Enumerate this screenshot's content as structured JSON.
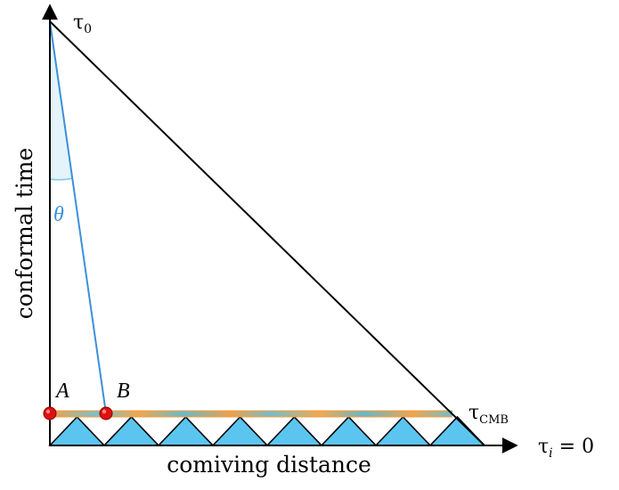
{
  "axes": {
    "ylabel": "conformal time",
    "xlabel": "comiving distance"
  },
  "labels": {
    "tau0": {
      "symbol": "τ",
      "sub": "0"
    },
    "tau_cmb": {
      "symbol": "τ",
      "sub": "CMB"
    },
    "tau_i": {
      "symbol": "τ",
      "sub": "i",
      "eq": " = 0"
    },
    "theta": "θ",
    "point_a": "A",
    "point_b": "B"
  },
  "colors": {
    "axis": "#000000",
    "light_cone": "#000000",
    "sightline": "#3d8fd9",
    "angle_fill": "#e3f4fb",
    "angle_arc": "#7fc6ea",
    "horizon_triangle": "#5bc5f0",
    "cmb_band": "#f0a04a",
    "cmb_band_mottle": "#5fb7c8",
    "points": "#e01010"
  },
  "horizon_triangle_count": 8
}
